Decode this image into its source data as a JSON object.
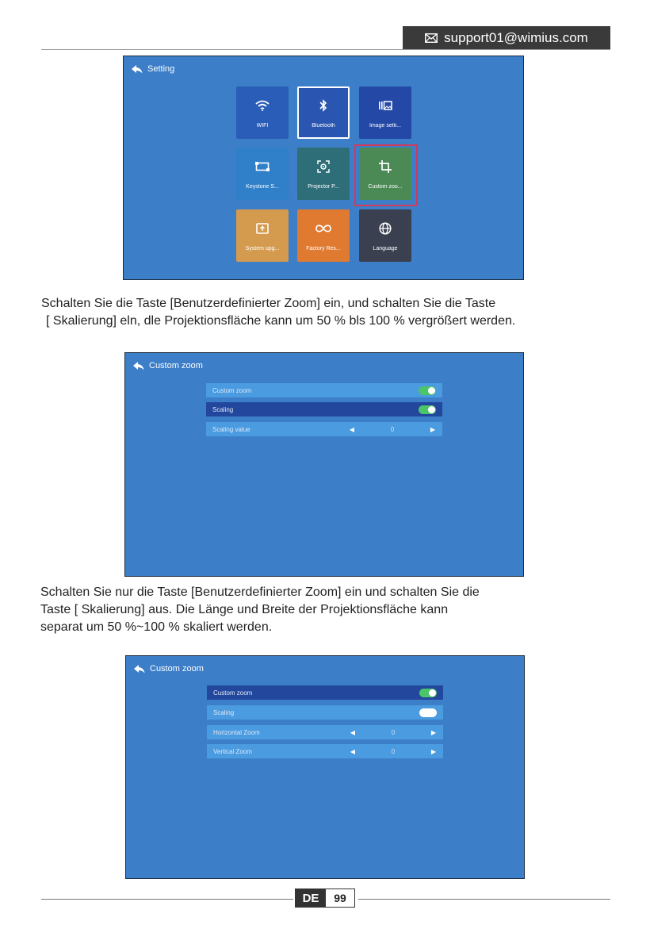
{
  "header": {
    "email": "support01@wimius.com"
  },
  "screen1": {
    "title": "Setting",
    "tiles": [
      {
        "label": "WIFI",
        "icon": "wifi-icon",
        "color": "#2a5db8"
      },
      {
        "label": "Bluetooth",
        "icon": "bluetooth-icon",
        "color": "#2a55b0",
        "selected": true
      },
      {
        "label": "Image setti...",
        "icon": "image-settings-icon",
        "color": "#2448a6"
      },
      {
        "label": "Keystone S...",
        "icon": "keystone-icon",
        "color": "#2f7fc9"
      },
      {
        "label": "Projector P...",
        "icon": "projector-icon",
        "color": "#2e6e78"
      },
      {
        "label": "Custom zoo...",
        "icon": "crop-icon",
        "color": "#4b8a55",
        "highlighted": true
      },
      {
        "label": "System upg...",
        "icon": "system-upgrade-icon",
        "color": "#d49a4e"
      },
      {
        "label": "Factory Res...",
        "icon": "infinity-icon",
        "color": "#e07a30"
      },
      {
        "label": "Language",
        "icon": "globe-icon",
        "color": "#3a4050"
      }
    ]
  },
  "para1": {
    "line1": "Schalten Sie die Taste [Benutzerdefinierter Zoom] ein, und schalten Sie die Taste",
    "line2": "[ Skalierung] eln, dle Projektionsfläche kann um 50 % bls 100 % vergrößert werden."
  },
  "screen2": {
    "title": "Custom zoom",
    "rows": [
      {
        "label": "Custom zoom",
        "kind": "toggle",
        "state": "on",
        "style": "light"
      },
      {
        "label": "Scaling",
        "kind": "toggle",
        "state": "on",
        "style": "dark"
      },
      {
        "label": "Scaling value",
        "kind": "stepper",
        "value": "0",
        "style": "light"
      }
    ]
  },
  "para2": {
    "line1": "Schalten Sie nur die Taste [Benutzerdefinierter Zoom] ein und schalten Sie die",
    "line2": "Taste [ Skalierung] aus. Die Länge und Breite der Projektionsfläche kann",
    "line3": "separat um 50 %~100 % skaliert werden."
  },
  "screen3": {
    "title": "Custom zoom",
    "rows": [
      {
        "label": "Custom zoom",
        "kind": "toggle",
        "state": "on",
        "style": "dark"
      },
      {
        "label": "Scaling",
        "kind": "toggle",
        "state": "off",
        "style": "light"
      },
      {
        "label": "Horizontal Zoom",
        "kind": "stepper",
        "value": "0",
        "style": "light"
      },
      {
        "label": "Vertical Zoom",
        "kind": "stepper",
        "value": "0",
        "style": "light"
      }
    ]
  },
  "footer": {
    "lang": "DE",
    "page": "99"
  }
}
